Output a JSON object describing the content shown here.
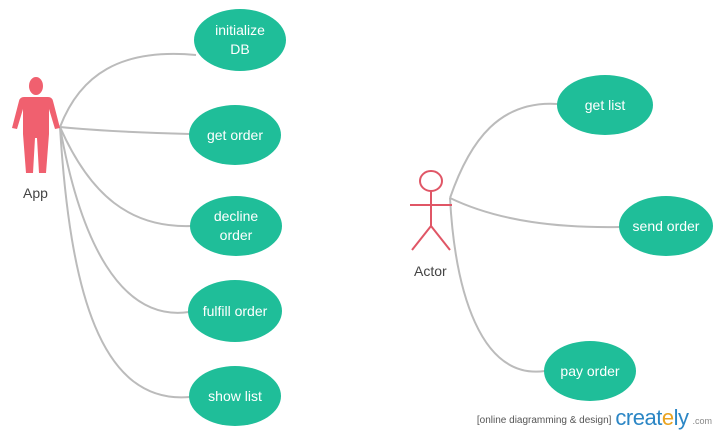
{
  "actors": {
    "app": {
      "label": "App",
      "color": "#f0606f"
    },
    "actor": {
      "label": "Actor",
      "color": "#e05666"
    }
  },
  "use_cases": {
    "initialize_db": "initialize\nDB",
    "get_order": "get order",
    "decline_order": "decline\norder",
    "fulfill_order": "fulfill order",
    "show_list": "show list",
    "get_list": "get list",
    "send_order": "send order",
    "pay_order": "pay order"
  },
  "watermark": {
    "tag": "[online diagramming & design]",
    "brand_prefix": "creat",
    "brand_y": "e",
    "brand_suffix": "ly",
    "domain": ".com"
  },
  "colors": {
    "use_case_fill": "#1fbe99",
    "connector": "#bbbbbb"
  }
}
